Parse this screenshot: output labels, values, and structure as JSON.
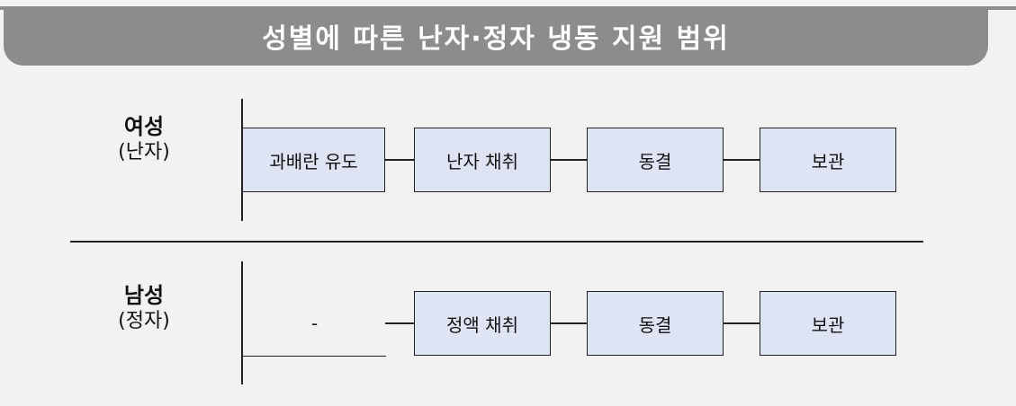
{
  "header": {
    "title": "성별에 따른 난자·정자 냉동 지원 범위"
  },
  "rows": [
    {
      "name": "여성",
      "sub": "(난자)",
      "steps": [
        "과배란 유도",
        "난자 채취",
        "동결",
        "보관"
      ]
    },
    {
      "name": "남성",
      "sub": "(정자)",
      "steps": [
        "-",
        "정액 채취",
        "동결",
        "보관"
      ]
    }
  ]
}
